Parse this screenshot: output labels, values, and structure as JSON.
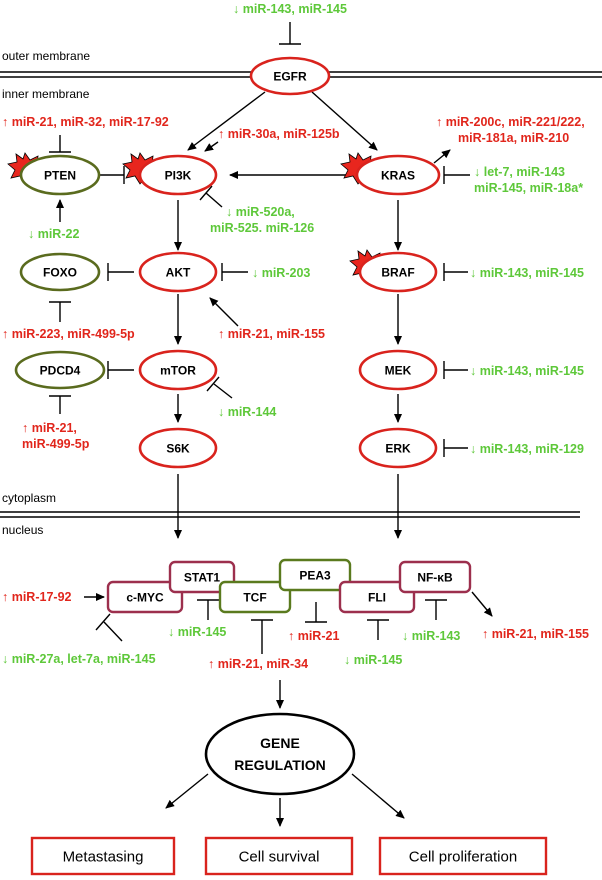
{
  "zones": {
    "outer_membrane": "outer membrane",
    "inner_membrane": "inner membrane",
    "cytoplasm": "cytoplasm",
    "nucleus": "nucleus"
  },
  "nodes": {
    "egfr": "EGFR",
    "pten": "PTEN",
    "pi3k": "PI3K",
    "kras": "KRAS",
    "foxo": "FOXO",
    "akt": "AKT",
    "braf": "BRAF",
    "pdcd4": "PDCD4",
    "mtor": "mTOR",
    "mek": "MEK",
    "s6k": "S6K",
    "erk": "ERK"
  },
  "transcription_factors": {
    "cmyc": "c-MYC",
    "stat1": "STAT1",
    "tcf": "TCF",
    "pea3": "PEA3",
    "fli": "FLI",
    "nfkb": "NF-κB"
  },
  "mirna": {
    "egfr_down": "↓ miR-143, miR-145",
    "pten_up": "↑ miR-21, miR-32, miR-17-92",
    "pi3k_up": "↑ miR-30a, miR-125b",
    "kras_up_1": "↑ miR-200c, miR-221/222,",
    "kras_up_2": "miR-181a, miR-210",
    "kras_down_1": "↓ let-7, miR-143",
    "kras_down_2": "miR-145, miR-18a*",
    "pi3k_down_1": "↓ miR-520a,",
    "pi3k_down_2": "miR-525. miR-126",
    "pten_down": "↓ miR-22",
    "akt_down": "↓ miR-203",
    "braf_down": "↓ miR-143, miR-145",
    "foxo_up": "↑ miR-223, miR-499-5p",
    "akt_up": "↑ miR-21, miR-155",
    "mek_down": "↓ miR-143, miR-145",
    "mtor_down": "↓ miR-144",
    "pdcd4_up_1": "↑ miR-21,",
    "pdcd4_up_2": "miR-499-5p",
    "erk_down": "↓ miR-143, miR-129",
    "cmyc_up": "↑ miR-17-92",
    "cmyc_down": "↓ miR-27a, let-7a, miR-145",
    "stat1_down": "↓ miR-145",
    "tcf_up": "↑ miR-21, miR-34",
    "pea3_up": "↑ miR-21",
    "fli_down_1": "↓ miR-143",
    "fli_down_2": "↓ miR-145",
    "nfkb_up": "↑ miR-21, miR-155"
  },
  "gene_regulation": {
    "line1": "GENE",
    "line2": "REGULATION"
  },
  "outcomes": {
    "metastasing": "Metastasing",
    "cell_survival": "Cell survival",
    "cell_proliferation": "Cell proliferation"
  },
  "colors": {
    "upregulated": "#e1261c",
    "downregulated": "#5ec83a",
    "oncogene_outline": "#d9231d",
    "suppressor_outline": "#5a6b1e"
  }
}
